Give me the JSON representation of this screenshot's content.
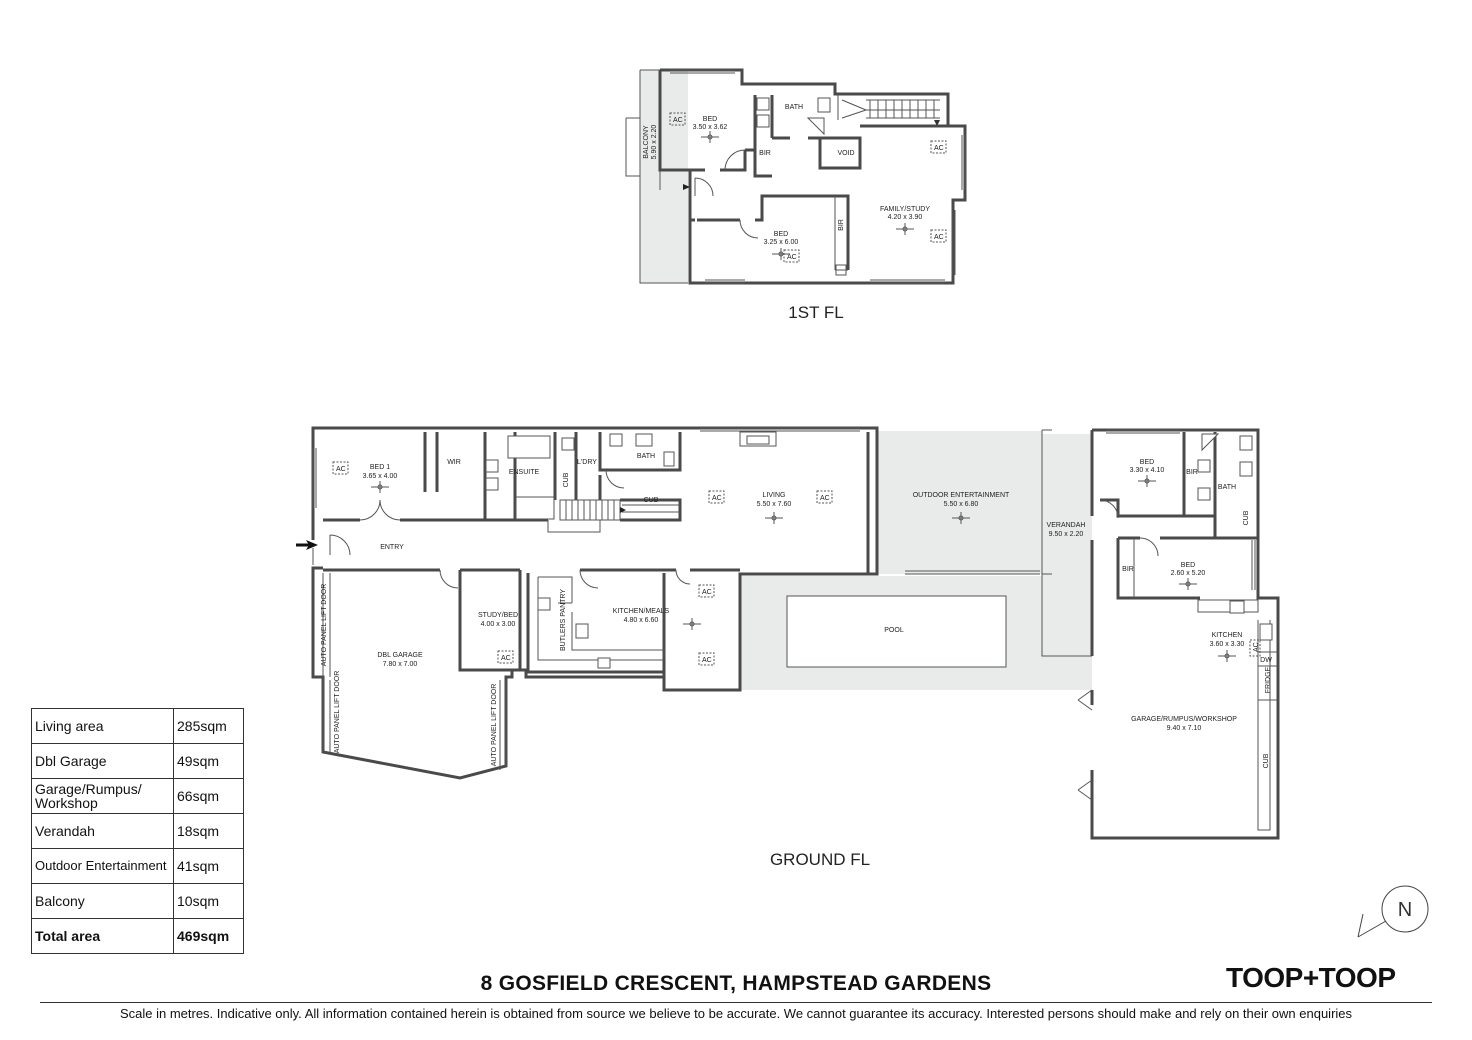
{
  "floors": {
    "first": {
      "title": "1ST FL"
    },
    "ground": {
      "title": "GROUND FL"
    }
  },
  "rooms": {
    "first": {
      "bed_a": {
        "name": "BED",
        "size": "3.50 x 3.62"
      },
      "bath": {
        "name": "BATH"
      },
      "void": {
        "name": "VOID"
      },
      "bir_a": {
        "name": "BIR"
      },
      "balcony": {
        "name": "BALCONY",
        "size": "5.90 x 2.20"
      },
      "bed_b": {
        "name": "BED",
        "size": "3.25 x 6.00"
      },
      "bir_b": {
        "name": "BIR"
      },
      "family": {
        "name": "FAMILY/STUDY",
        "size": "4.20 x 3.90"
      }
    },
    "ground": {
      "bed1": {
        "name": "BED 1",
        "size": "3.65 x 4.00"
      },
      "wir": {
        "name": "WIR"
      },
      "ensuite": {
        "name": "ENSUITE"
      },
      "cub_a": {
        "name": "CUB"
      },
      "ldry": {
        "name": "L'DRY"
      },
      "bath": {
        "name": "BATH"
      },
      "cub_b": {
        "name": "CUB"
      },
      "entry": {
        "name": "ENTRY"
      },
      "living": {
        "name": "LIVING",
        "size": "5.50 x 7.60"
      },
      "outdoor": {
        "name": "OUTDOOR ENTERTAINMENT",
        "size": "5.50 x 6.80"
      },
      "verandah": {
        "name": "VERANDAH",
        "size": "9.50 x 2.20"
      },
      "bed_r1": {
        "name": "BED",
        "size": "3.30 x 4.10"
      },
      "bir_r1": {
        "name": "BIR"
      },
      "bath_r": {
        "name": "BATH"
      },
      "cub_r": {
        "name": "CUB"
      },
      "bed_r2": {
        "name": "BED",
        "size": "2.60 x 5.20"
      },
      "bir_r2": {
        "name": "BIR"
      },
      "garage": {
        "name": "DBL GARAGE",
        "size": "7.80 x 7.00"
      },
      "lift_door_a": {
        "name": "AUTO PANEL LIFT DOOR"
      },
      "lift_door_b": {
        "name": "AUTO PANEL LIFT DOOR"
      },
      "lift_door_c": {
        "name": "AUTO PANEL LIFT DOOR"
      },
      "study": {
        "name": "STUDY/BED",
        "size": "4.00 x 3.00"
      },
      "pantry": {
        "name": "BUTLERS PANTRY"
      },
      "kitchen": {
        "name": "KITCHEN/MEALS",
        "size": "4.80 x 6.60"
      },
      "pool": {
        "name": "POOL"
      },
      "kitchen_r": {
        "name": "KITCHEN",
        "size": "3.60 x 3.30"
      },
      "dw": {
        "name": "DW"
      },
      "fridge": {
        "name": "FRIDGE"
      },
      "rumpus": {
        "name": "GARAGE/RUMPUS/WORKSHOP",
        "size": "9.40 x 7.10"
      },
      "cub_w": {
        "name": "CUB"
      }
    }
  },
  "ac_label": "AC",
  "areas": [
    {
      "label": "Living area",
      "value": "285sqm"
    },
    {
      "label": "Dbl Garage",
      "value": "49sqm"
    },
    {
      "label": "Garage/Rumpus/ Workshop",
      "value": "66sqm"
    },
    {
      "label": "Verandah",
      "value": "18sqm"
    },
    {
      "label": "Outdoor Entertainment",
      "value": "41sqm"
    },
    {
      "label": "Balcony",
      "value": "10sqm"
    }
  ],
  "total": {
    "label": "Total area",
    "value": "469sqm"
  },
  "address": "8 GOSFIELD CRESCENT, HAMPSTEAD GARDENS",
  "brand": "TOOP+TOOP",
  "north_label": "N",
  "disclaimer": "Scale in metres. Indicative only. All information contained herein is obtained from source we believe to be accurate. We cannot guarantee its accuracy. Interested persons should make and rely on their own enquiries",
  "colors": {
    "wall": "#4a4a4a",
    "outdoor_shade": "#e9eaea"
  }
}
